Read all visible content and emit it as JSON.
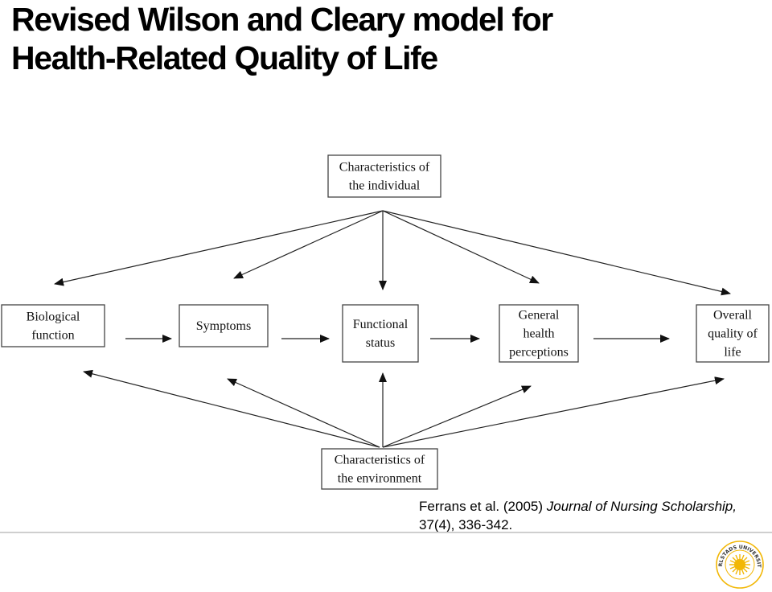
{
  "title": {
    "line1": "Revised Wilson and Cleary model for",
    "line2": "Health-Related Quality of Life"
  },
  "diagram": {
    "nodes": [
      {
        "id": "individual",
        "lines": [
          "Characteristics of",
          "the individual"
        ]
      },
      {
        "id": "biological",
        "lines": [
          "Biological",
          "function"
        ]
      },
      {
        "id": "symptoms",
        "lines": [
          "Symptoms"
        ]
      },
      {
        "id": "functional",
        "lines": [
          "Functional",
          "status"
        ]
      },
      {
        "id": "general",
        "lines": [
          "General",
          "health",
          "perceptions"
        ]
      },
      {
        "id": "overall",
        "lines": [
          "Overall",
          "quality of",
          "life"
        ]
      },
      {
        "id": "environment",
        "lines": [
          "Characteristics of",
          "the environment"
        ]
      }
    ],
    "edges": [
      [
        "biological",
        "symptoms"
      ],
      [
        "symptoms",
        "functional"
      ],
      [
        "functional",
        "general"
      ],
      [
        "general",
        "overall"
      ],
      [
        "individual",
        "biological"
      ],
      [
        "individual",
        "symptoms"
      ],
      [
        "individual",
        "functional"
      ],
      [
        "individual",
        "general"
      ],
      [
        "individual",
        "overall"
      ],
      [
        "environment",
        "biological"
      ],
      [
        "environment",
        "symptoms"
      ],
      [
        "environment",
        "functional"
      ],
      [
        "environment",
        "general"
      ],
      [
        "environment",
        "overall"
      ]
    ]
  },
  "citation": {
    "authors": "Ferrans et al. (2005) ",
    "journal": "Journal of Nursing Scholarship,",
    "volume": "37(4), 336-342."
  },
  "logo": {
    "name": "university-seal-icon",
    "text": "KARLSTADS UNIVERSITET",
    "color": "#f2b705"
  }
}
